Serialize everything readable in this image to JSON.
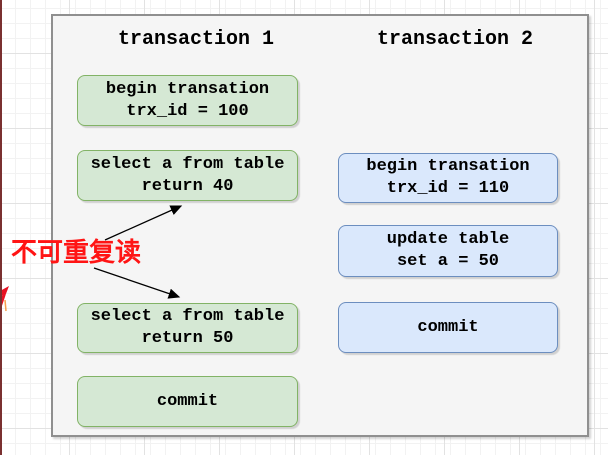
{
  "diagram": {
    "columns": [
      {
        "title": "transaction 1",
        "color_fill": "#d5e8d4",
        "color_border": "#82b366",
        "boxes": [
          {
            "lines": [
              "begin transation",
              "trx_id = 100"
            ]
          },
          {
            "lines": [
              "select a from table",
              "return 40"
            ]
          },
          {
            "lines": [
              "select a from table",
              "return 50"
            ]
          },
          {
            "lines": [
              "commit"
            ]
          }
        ]
      },
      {
        "title": "transaction 2",
        "color_fill": "#dae8fc",
        "color_border": "#6c8ebf",
        "boxes": [
          {
            "lines": [
              "begin transation",
              "trx_id = 110"
            ]
          },
          {
            "lines": [
              "update table",
              "set a = 50"
            ]
          },
          {
            "lines": [
              "commit"
            ]
          }
        ]
      }
    ],
    "annotation": {
      "text": "不可重复读",
      "color": "#ff1414"
    },
    "container": {
      "fill": "#f5f5f5",
      "border": "#8f8f8f"
    },
    "arrow_color": "#000000"
  }
}
